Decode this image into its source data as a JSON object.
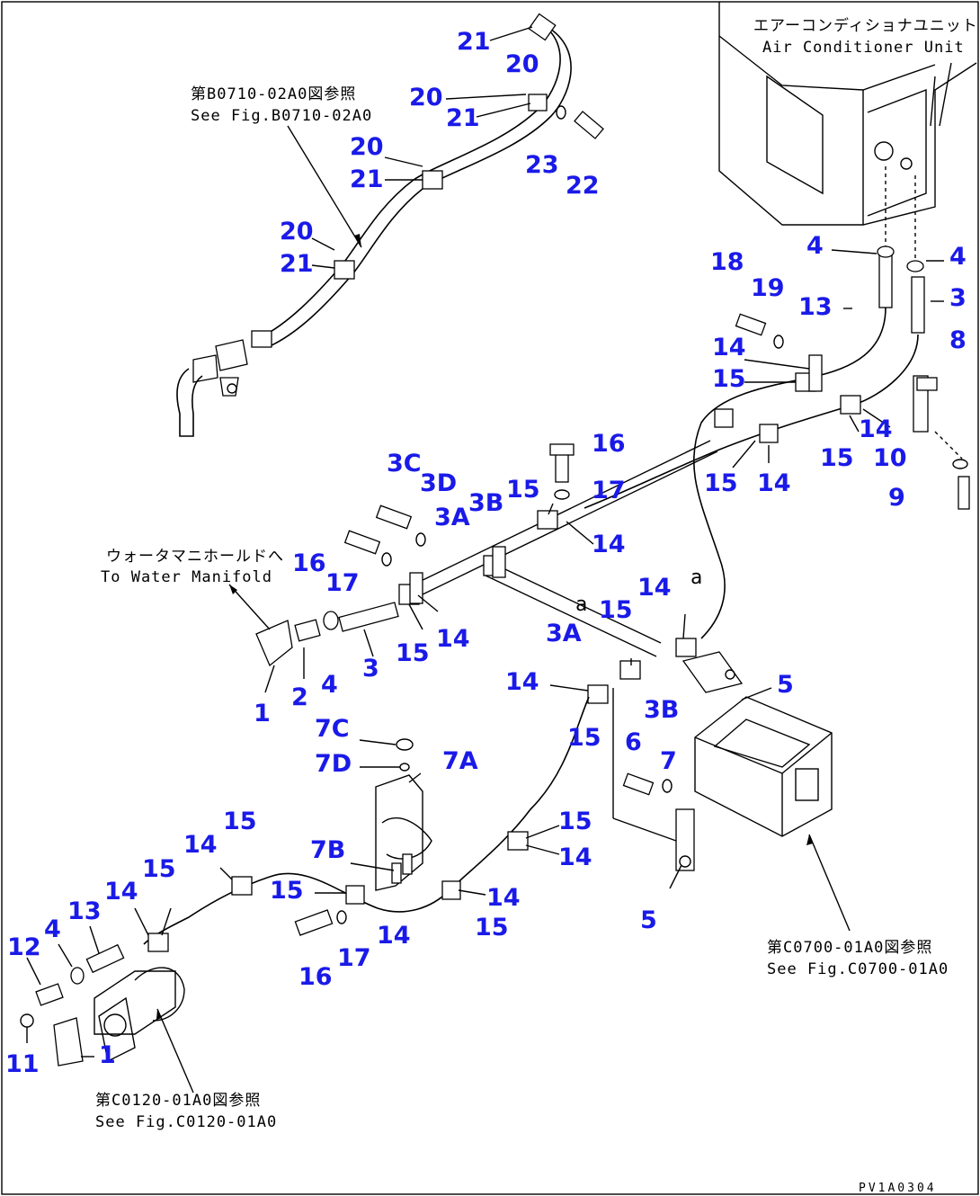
{
  "notes": {
    "air_conditioner_jp": "エアーコンディショナユニット",
    "air_conditioner_en": "Air Conditioner Unit",
    "ref_b0710_jp": "第B0710-02A0図参照",
    "ref_b0710_en": "See Fig.B0710-02A0",
    "water_manifold_jp": "ウォータマニホールドへ",
    "water_manifold_en": "To Water Manifold",
    "ref_c0700_jp": "第C0700-01A0図参照",
    "ref_c0700_en": "See Fig.C0700-01A0",
    "ref_c0120_jp": "第C0120-01A0図参照",
    "ref_c0120_en": "See Fig.C0120-01A0"
  },
  "markers": {
    "a1": "a",
    "a2": "a"
  },
  "figure_code": "PV1A0304",
  "callouts": [
    "21",
    "20",
    "20",
    "21",
    "23",
    "22",
    "20",
    "21",
    "20",
    "21",
    "4",
    "4",
    "18",
    "19",
    "13",
    "3",
    "8",
    "14",
    "15",
    "14",
    "15",
    "10",
    "15",
    "14",
    "9",
    "3C",
    "3D",
    "3A",
    "3B",
    "15",
    "16",
    "17",
    "14",
    "16",
    "17",
    "14",
    "15",
    "3",
    "1",
    "2",
    "4",
    "14",
    "15",
    "3A",
    "14",
    "3B",
    "5",
    "15",
    "6",
    "7",
    "7C",
    "7D",
    "7A",
    "7B",
    "15",
    "14",
    "15",
    "14",
    "14",
    "15",
    "5",
    "14",
    "15",
    "15",
    "14",
    "13",
    "4",
    "12",
    "15",
    "14",
    "16",
    "17",
    "11",
    "1"
  ],
  "colors": {
    "callout": "#1a1ae8",
    "line": "#000000"
  }
}
